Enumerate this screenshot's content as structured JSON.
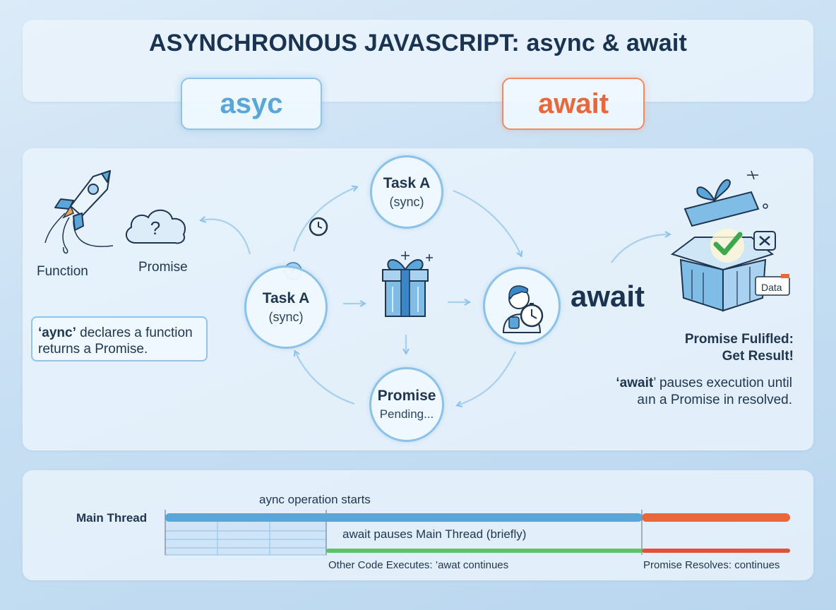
{
  "title": "ASYNCHRONOUS JAVASCRIPT: async & await",
  "tags": {
    "async": "asyc",
    "await": "await"
  },
  "left": {
    "function_label": "Function",
    "promise_label": "Promise",
    "note_bold": "‘aync’",
    "note_rest_1": " declares a function",
    "note_line2": "returns a Promise."
  },
  "cycle": {
    "top": {
      "title": "Task A",
      "sub": "(sync)"
    },
    "left": {
      "title": "Task A",
      "sub": "(sync)"
    },
    "bottom": {
      "title": "Promise",
      "sub": "Pending..."
    }
  },
  "right": {
    "await_word": "await",
    "data_label": "Data",
    "fulfilled_line1": "Promise Fulifled:",
    "fulfilled_line2": "Get Result!",
    "note_bold": "‘await",
    "note_rest_1": "’ pauses execution until",
    "note_line2": "aın a Promise in resolved."
  },
  "timeline": {
    "main_thread": "Main Thread",
    "start_label": "aync operation starts",
    "pause_label": "await pauses Main Thread (briefly)",
    "other_label": "Other Code Executes: ’awat continues",
    "resolve_label": "Promise Resolves: continues"
  },
  "colors": {
    "blue": "#5aa6d8",
    "orange": "#e8683c",
    "green": "#5cc36a",
    "red": "#e0503c"
  },
  "icons": [
    "rocket-icon",
    "cloud-question-icon",
    "clock-icon",
    "gift-icon",
    "person-stopwatch-icon",
    "open-box-icon",
    "check-icon",
    "x-icon",
    "sparkle-icon"
  ]
}
